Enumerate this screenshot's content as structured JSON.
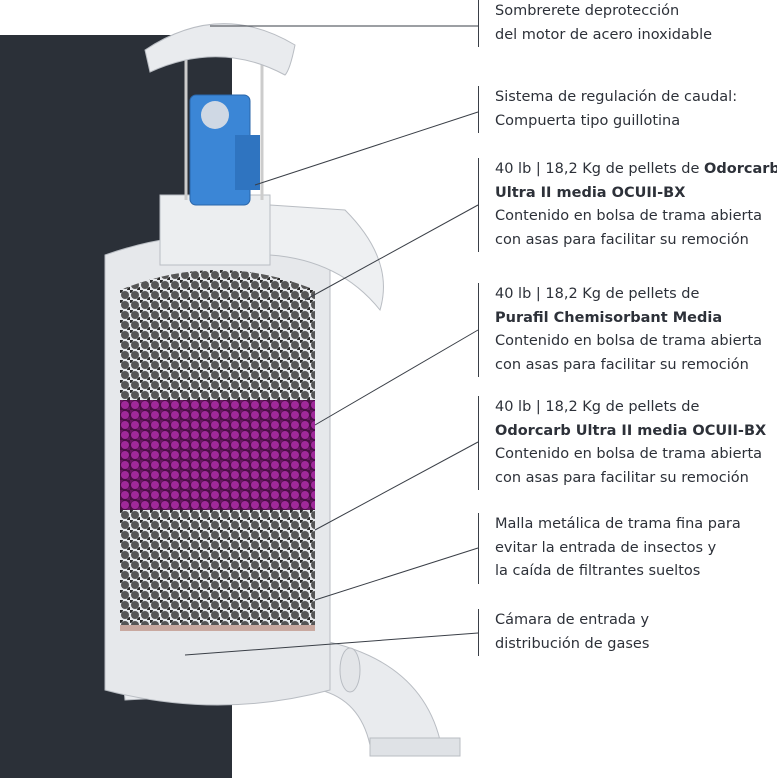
{
  "labels": [
    {
      "lines": [
        "Sombrerete deprotección",
        "del motor de acero inoxidable"
      ]
    },
    {
      "lines": [
        "Sistema de regulación de caudal:",
        "Compuerta tipo guillotina"
      ]
    },
    {
      "pre": "40 lb | 18,2 Kg de pellets de ",
      "bold1": "Odorcarb",
      "bold2": "Ultra II media OCUII-BX",
      "lines": [
        "Contenido en bolsa de trama abierta",
        "con asas para facilitar su remoción"
      ]
    },
    {
      "pre": "40 lb | 18,2 Kg de pellets de",
      "bold2": "Purafil Chemisorbant Media",
      "lines": [
        "Contenido en bolsa de trama abierta",
        "con asas para facilitar su remoción"
      ]
    },
    {
      "pre": "40 lb | 18,2 Kg de pellets de",
      "bold2": "Odorcarb Ultra II media OCUII-BX",
      "lines": [
        "Contenido en bolsa de trama abierta",
        "con asas para facilitar su remoción"
      ]
    },
    {
      "lines": [
        "Malla metálica de trama fina para",
        "evitar la entrada de insectos y",
        "la caída de filtrantes sueltos"
      ]
    },
    {
      "lines": [
        "Cámara de entrada y",
        "distribución de gases"
      ]
    }
  ],
  "colors": {
    "panel": "#2b3038",
    "motor": "#3b86d6",
    "media_dark": "#3a3a3c",
    "media_magenta": "#7a1a6e",
    "steel": "#e3e5e8"
  }
}
